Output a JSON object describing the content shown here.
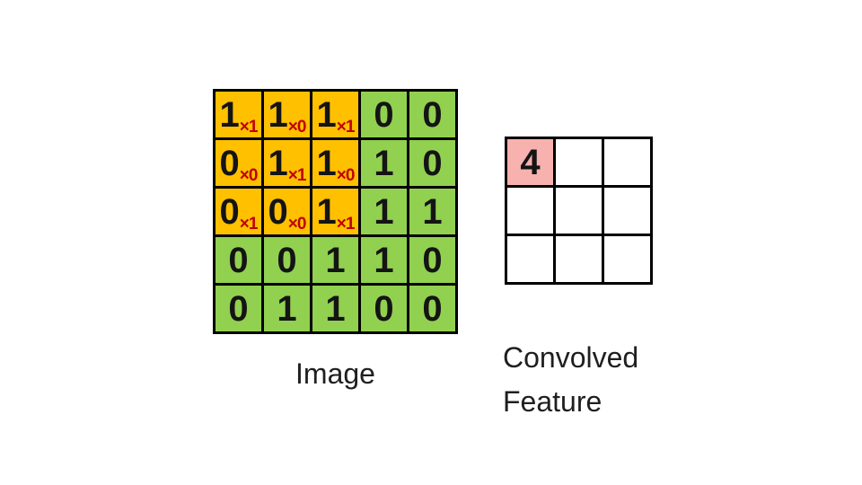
{
  "colors": {
    "background": "#ffffff",
    "grid_border": "#000000",
    "kernel_cell": "#FFC000",
    "image_cell": "#92D050",
    "output_cell": "#ffffff",
    "output_highlight": "#F7B1AE",
    "multiplier_text": "#C00000",
    "digit_text": "#141414",
    "label_text": "#1f1f1f"
  },
  "image_matrix": {
    "label": "Image",
    "values": [
      [
        1,
        1,
        1,
        0,
        0
      ],
      [
        0,
        1,
        1,
        1,
        0
      ],
      [
        0,
        0,
        1,
        1,
        1
      ],
      [
        0,
        0,
        1,
        1,
        0
      ],
      [
        0,
        1,
        1,
        0,
        0
      ]
    ],
    "kernel_multipliers": [
      [
        "×1",
        "×0",
        "×1"
      ],
      [
        "×0",
        "×1",
        "×0"
      ],
      [
        "×1",
        "×0",
        "×1"
      ]
    ],
    "kernel_rows": 3,
    "kernel_cols": 3
  },
  "convolved_feature": {
    "label": "Convolved Feature",
    "values": [
      [
        "4",
        "",
        ""
      ],
      [
        "",
        "",
        ""
      ],
      [
        "",
        "",
        ""
      ]
    ],
    "highlight": {
      "row": 0,
      "col": 0
    }
  }
}
